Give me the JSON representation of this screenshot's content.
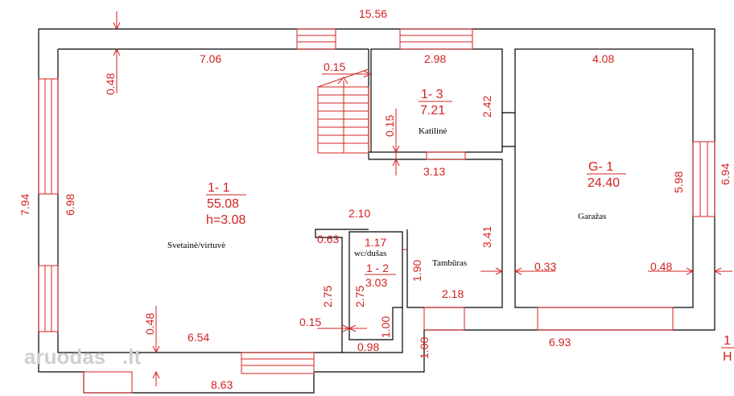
{
  "dimensions": {
    "overall_width": "15.56",
    "overall_depth": "7.94",
    "living_width": "7.06",
    "living_depth": "6.98",
    "top_wall": "0.48",
    "bottom_wall": "0.48",
    "stair_wall": "0.15",
    "boiler_width": "2.98",
    "boiler_depth": "2.42",
    "boiler_wall": "0.15",
    "boiler_bottom": "3.13",
    "garage_width": "4.08",
    "garage_depth": "5.98",
    "garage_ext": "6.94",
    "hall_top": "2.10",
    "hall_depth": "3.41",
    "hall_width": "2.18",
    "wc_left": "0.63",
    "wc_width": "1.17",
    "wc_depth": "1.90",
    "wc_height": "2.75",
    "wc_height2": "2.75",
    "wall_015": "0.15",
    "vest_width": "1.00",
    "vest_bottom": "0.98",
    "ext_100": "1.00",
    "garage_left": "0.33",
    "garage_right": "0.48",
    "living_bottom": "6.54",
    "bottom_total": "8.63",
    "garage_bottom": "6.93"
  },
  "rooms": {
    "living": {
      "code": "1- 1",
      "area": "55.08",
      "height": "h=3.08",
      "name": "Svetainė/virtuvė"
    },
    "boiler": {
      "code": "1- 3",
      "area": "7.21",
      "name": "Katilinė"
    },
    "garage": {
      "code": "G- 1",
      "area": "24.40",
      "name": "Garažas"
    },
    "wc": {
      "code": "1 - 2",
      "area": "3.03",
      "name": "wc/dušas"
    },
    "hall": {
      "name": "Tambūras"
    }
  },
  "edge": {
    "a": "1",
    "b": "H"
  },
  "watermark": {
    "text": "aruodas",
    "suffix": ".lt"
  }
}
